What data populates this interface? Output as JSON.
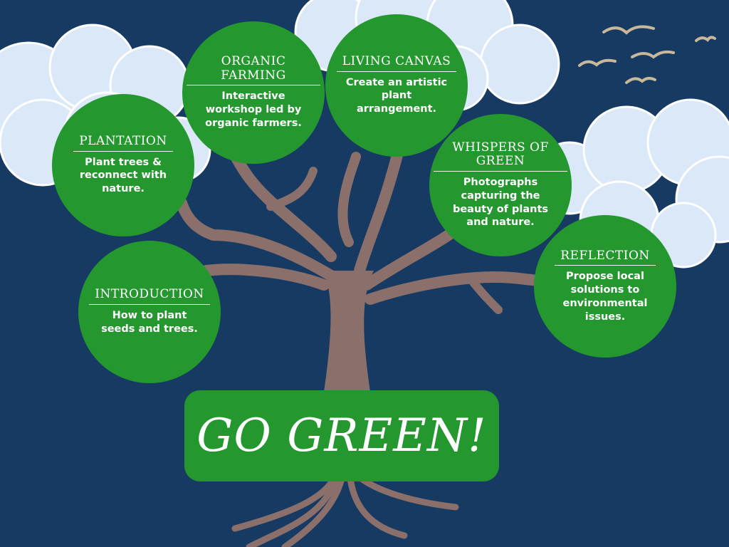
{
  "title": "GO GREEN!",
  "nodes": [
    {
      "id": "introduction",
      "heading": "INTRODUCTION",
      "text": "How to plant seeds and trees."
    },
    {
      "id": "plantation",
      "heading": "PLANTATION",
      "text": "Plant trees & reconnect with nature."
    },
    {
      "id": "organic-farming",
      "heading": "ORGANIC FARMING",
      "text": "Interactive workshop led by organic farmers."
    },
    {
      "id": "living-canvas",
      "heading": "LIVING CANVAS",
      "text": "Create an artistic plant arrangement."
    },
    {
      "id": "whispers-of-green",
      "heading": "WHISPERS OF GREEN",
      "text": "Photographs capturing the beauty of plants and nature."
    },
    {
      "id": "reflection",
      "heading": "REFLECTION",
      "text": "Propose local solutions to environmental issues."
    }
  ],
  "colors": {
    "background": "#163a62",
    "circle": "#24972f",
    "trunk": "#8a6f6a",
    "cloud": "#e3eefb",
    "bird": "#c9b79a"
  }
}
